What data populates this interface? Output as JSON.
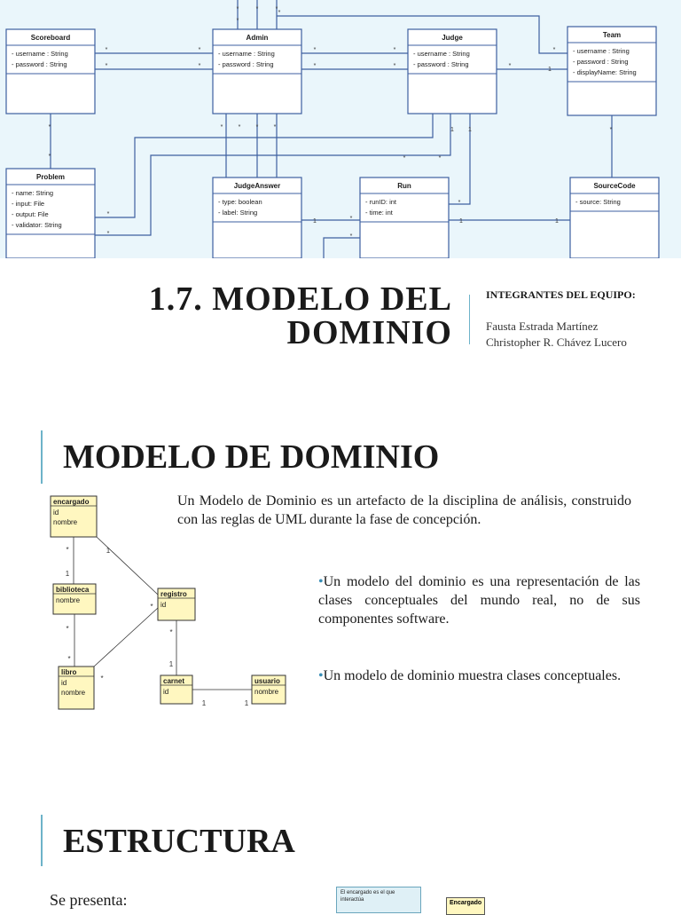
{
  "slide1": {
    "title_line1": "1.7. MODELO DEL",
    "title_line2": "DOMINIO",
    "team_heading": "INTEGRANTES DEL EQUIPO:",
    "members": [
      "Fausta Estrada Martínez",
      "Christopher R. Chávez Lucero"
    ],
    "uml": {
      "classes": [
        {
          "name": "Scoreboard",
          "attrs": [
            "- username : String",
            "- password : String"
          ]
        },
        {
          "name": "Admin",
          "attrs": [
            "- username : String",
            "- password : String"
          ]
        },
        {
          "name": "Judge",
          "attrs": [
            "- username : String",
            "- password : String"
          ]
        },
        {
          "name": "Team",
          "attrs": [
            "- username : String",
            "- password : String",
            "- displayName: String"
          ]
        },
        {
          "name": "Problem",
          "attrs": [
            "- name: String",
            "- input: File",
            "- output: File",
            "- validator: String"
          ]
        },
        {
          "name": "JudgeAnswer",
          "attrs": [
            "- type: boolean",
            "- label: String"
          ]
        },
        {
          "name": "Run",
          "attrs": [
            "- runID: int",
            "- time: int"
          ]
        },
        {
          "name": "SourceCode",
          "attrs": [
            "- source: String"
          ]
        }
      ],
      "multiplicities": [
        "*",
        "1"
      ]
    }
  },
  "slide2": {
    "heading": "MODELO DE DOMINIO",
    "paragraph": "Un Modelo de Dominio es un artefacto de la disciplina de análisis, construido con las reglas de UML durante la fase de concepción.",
    "bullet_marker": "•",
    "bullets": [
      "Un modelo del dominio es una representación de las clases conceptuales del mundo real, no de sus componentes software.",
      "Un modelo de dominio muestra clases conceptuales."
    ],
    "mini_uml": {
      "classes": [
        {
          "name": "encargado",
          "attrs": [
            "id",
            "nombre"
          ]
        },
        {
          "name": "biblioteca",
          "attrs": [
            "nombre"
          ]
        },
        {
          "name": "registro",
          "attrs": [
            "id"
          ]
        },
        {
          "name": "libro",
          "attrs": [
            "id",
            "nombre"
          ]
        },
        {
          "name": "carnet",
          "attrs": [
            "id"
          ]
        },
        {
          "name": "usuario",
          "attrs": [
            "nombre"
          ]
        }
      ],
      "multiplicities": [
        "*",
        "1"
      ]
    }
  },
  "slide3": {
    "heading": "ESTRUCTURA",
    "intro": "Se presenta:",
    "note_text": "El encargado es el que interactúa",
    "encargado_label": "Encargado"
  },
  "colors": {
    "accent": "#6db3c9",
    "uml_line": "#3d5fa0",
    "uml_band_bg": "#eaf6fb",
    "mini_class_fill": "#fff7c0"
  }
}
